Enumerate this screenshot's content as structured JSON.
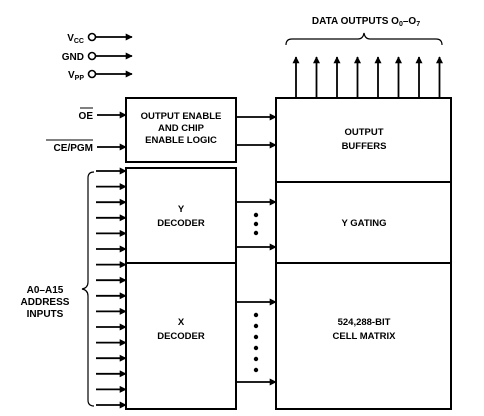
{
  "pins": {
    "vcc": {
      "main": "V",
      "sub": "CC"
    },
    "gnd": "GND",
    "vpp": {
      "main": "V",
      "sub": "PP"
    },
    "oe": "OE",
    "ce_pgm": "CE/PGM"
  },
  "data_outputs": {
    "main": "DATA OUTPUTS O",
    "sub0": "0",
    "dash": "–O",
    "sub7": "7"
  },
  "address_inputs": {
    "line1": "A0–A15",
    "line2": "ADDRESS",
    "line3": "INPUTS"
  },
  "blocks": {
    "output_enable": {
      "line1": "OUTPUT ENABLE",
      "line2": "AND CHIP",
      "line3": "ENABLE LOGIC"
    },
    "output_buffers": {
      "line1": "OUTPUT",
      "line2": "BUFFERS"
    },
    "y_decoder": {
      "line1": "Y",
      "line2": "DECODER"
    },
    "y_gating": "Y GATING",
    "x_decoder": {
      "line1": "X",
      "line2": "DECODER"
    },
    "cell_matrix": {
      "line1": "524,288-BIT",
      "line2": "CELL MATRIX"
    }
  }
}
